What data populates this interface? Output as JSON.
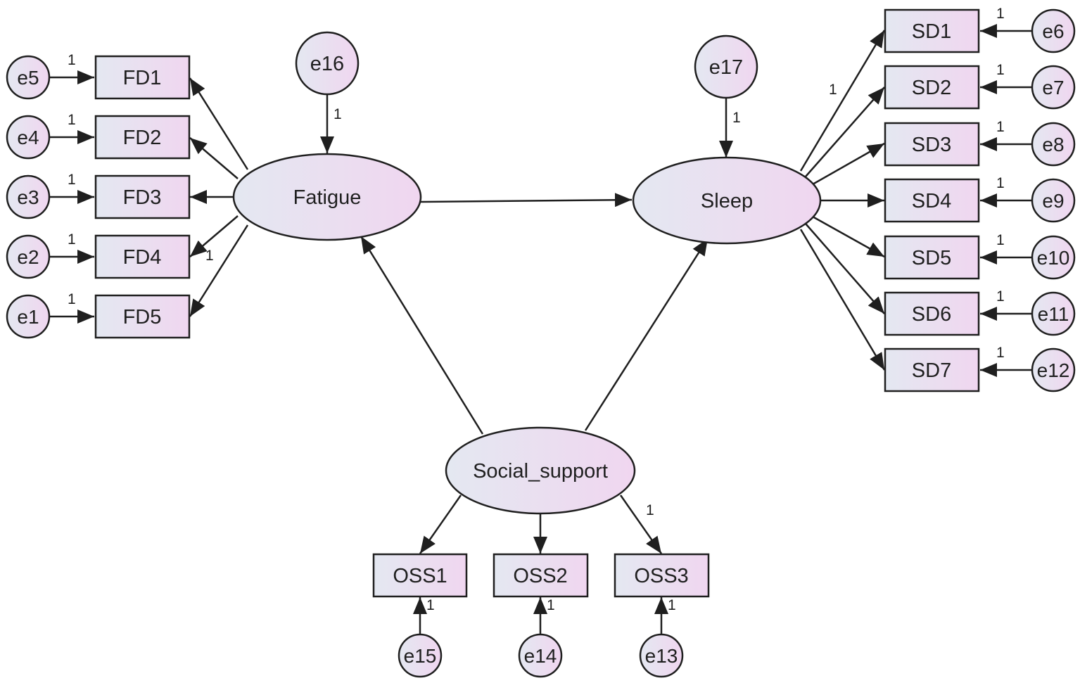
{
  "colors": {
    "line": "#1f1f1f",
    "fill_start": "#e4e8f1",
    "fill_end": "#f0d6f0"
  },
  "latents": {
    "fatigue": "Fatigue",
    "sleep": "Sleep",
    "social": "Social_support"
  },
  "observed": {
    "fd1": "FD1",
    "fd2": "FD2",
    "fd3": "FD3",
    "fd4": "FD4",
    "fd5": "FD5",
    "sd1": "SD1",
    "sd2": "SD2",
    "sd3": "SD3",
    "sd4": "SD4",
    "sd5": "SD5",
    "sd6": "SD6",
    "sd7": "SD7",
    "oss1": "OSS1",
    "oss2": "OSS2",
    "oss3": "OSS3"
  },
  "errors": {
    "e1": "e1",
    "e2": "e2",
    "e3": "e3",
    "e4": "e4",
    "e5": "e5",
    "e6": "e6",
    "e7": "e7",
    "e8": "e8",
    "e9": "e9",
    "e10": "e10",
    "e11": "e11",
    "e12": "e12",
    "e13": "e13",
    "e14": "e14",
    "e15": "e15",
    "e16": "e16",
    "e17": "e17"
  },
  "weight": "1"
}
